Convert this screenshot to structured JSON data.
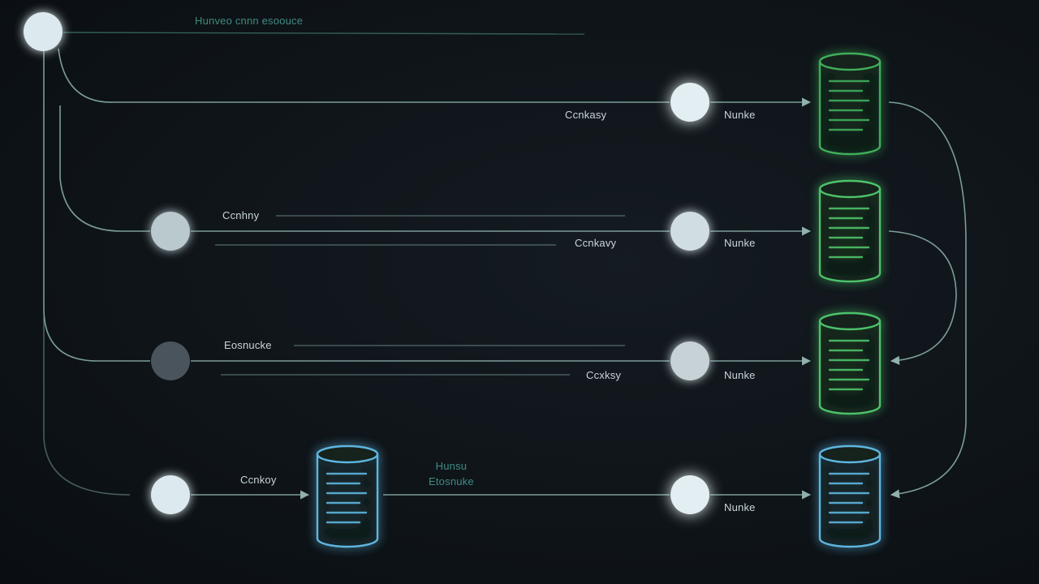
{
  "diagram": {
    "title": "Hunveo cnnn esoouce",
    "rows": [
      {
        "left_label": "",
        "mid_label": "Ccnkasy",
        "right_label": "Nunke",
        "db_color": "#3fae5a"
      },
      {
        "left_label": "Ccnhny",
        "mid_label": "Ccnkavy",
        "right_label": "Nunke",
        "db_color": "#4ec26a"
      },
      {
        "left_label": "Eosnucke",
        "mid_label": "Ccxksy",
        "right_label": "Nunke",
        "db_color": "#4ec26a"
      },
      {
        "left_label": "Ccnkoy",
        "mid_label": "Hunsu\nEtosnuke",
        "right_label": "Nunke",
        "db_color": "#5fb6e0"
      }
    ],
    "colors": {
      "line": "#8fb5b0",
      "arrow": "#9fc6c0",
      "node_light": "#dce9ee",
      "node_dark": "#4a545c",
      "green_db": "#4ec26a",
      "blue_db": "#5fb6e0"
    }
  }
}
